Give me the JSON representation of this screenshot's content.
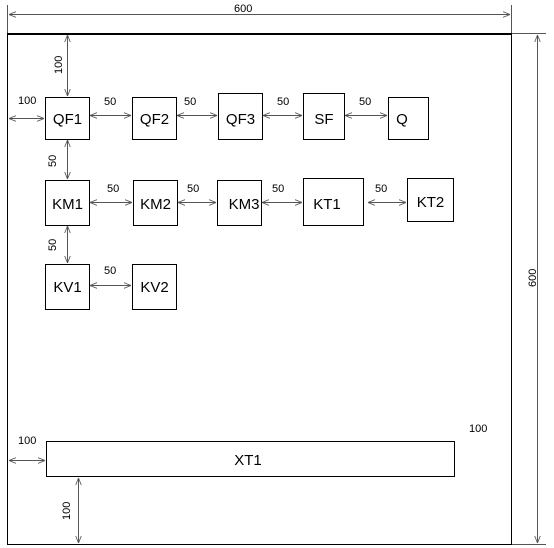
{
  "dimensions": {
    "panel_width": "600",
    "panel_height": "600"
  },
  "components": {
    "qf1": "QF1",
    "qf2": "QF2",
    "qf3": "QF3",
    "sf": "SF",
    "q": "Q",
    "km1": "KM1",
    "km2": "KM2",
    "km3": "KM3",
    "kt1": "KT1",
    "kt2": "KT2",
    "kv1": "KV1",
    "kv2": "KV2",
    "xt1": "XT1"
  },
  "spacings": {
    "qf1_left": "100",
    "qf1_top": "100",
    "qf1_qf2": "50",
    "qf2_qf3": "50",
    "qf3_sf": "50",
    "sf_q": "50",
    "qf1_km1": "50",
    "km1_km2": "50",
    "km2_km3": "50",
    "km3_kt1": "50",
    "kt1_kt2": "50",
    "km1_kv1": "50",
    "kv1_kv2": "50",
    "xt1_left": "100",
    "xt1_right": "100",
    "xt1_bottom": "100"
  }
}
